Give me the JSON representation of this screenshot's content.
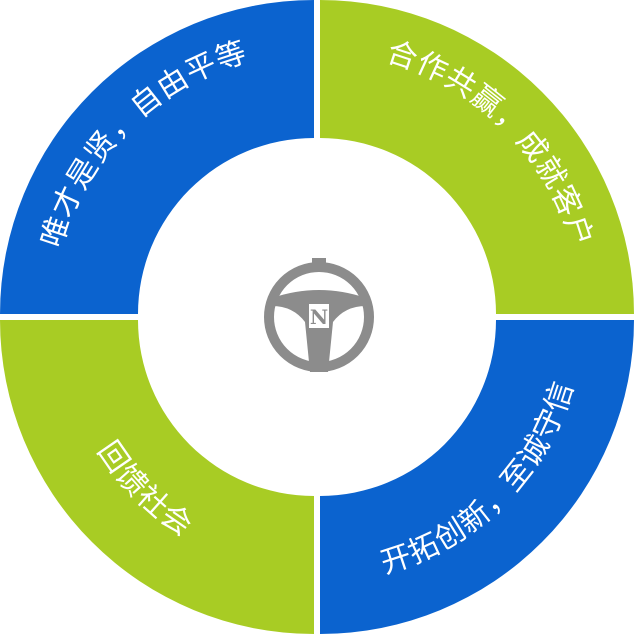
{
  "segments": {
    "top_left": {
      "label": "唯才是贤，自由平等",
      "color": "#0b63cf"
    },
    "top_right": {
      "label": "合作共赢，成就客户",
      "color": "#a8cc24"
    },
    "bottom_left": {
      "label": "回馈社会",
      "color": "#a8cc24"
    },
    "bottom_right": {
      "label": "开拓创新，至诚守信",
      "color": "#0b63cf"
    }
  },
  "logo": {
    "icon": "steering-wheel-logo-icon",
    "letter": "N",
    "color": "#8c8c8c"
  }
}
